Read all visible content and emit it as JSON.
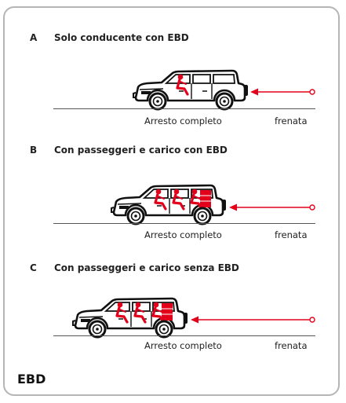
{
  "sections": [
    {
      "letter": "A",
      "title": "Solo conducente con EBD",
      "stop_label": "Arresto completo",
      "brake_label": "frenata",
      "occupants": "driver"
    },
    {
      "letter": "B",
      "title": "Con passeggeri e carico con EBD",
      "stop_label": "Arresto completo",
      "brake_label": "frenata",
      "occupants": "full"
    },
    {
      "letter": "C",
      "title": "Con passeggeri e carico senza EBD",
      "stop_label": "Arresto completo",
      "brake_label": "frenata",
      "occupants": "full"
    }
  ],
  "footer": {
    "label": "EBD"
  },
  "colors": {
    "accent": "#e3001b",
    "outline": "#111111",
    "frame": "#b5b5b5"
  },
  "icons": {
    "vehicle": "suv-icon",
    "arrow": "left-arrow-icon"
  }
}
